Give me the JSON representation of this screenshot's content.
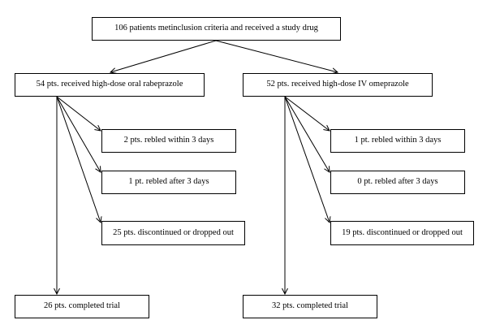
{
  "enrollment": {
    "label": "106 patients metinclusion criteria and received a study drug"
  },
  "arms": {
    "rabeprazole": {
      "label": "54 pts. received high-dose oral rabeprazole",
      "rebled_within": "2 pts. rebled within 3 days",
      "rebled_after": "1 pt. rebled after 3 days",
      "discontinued": "25 pts. discontinued or dropped out",
      "completed": "26 pts. completed trial"
    },
    "omeprazole": {
      "label": "52 pts. received high-dose IV omeprazole",
      "rebled_within": "1 pt. rebled within 3 days",
      "rebled_after": "0 pt. rebled after 3 days",
      "discontinued": "19 pts. discontinued or dropped out",
      "completed": "32 pts. completed trial"
    }
  },
  "style": {
    "line_color": "#000000",
    "box_border_color": "#000000",
    "background_color": "#ffffff"
  }
}
